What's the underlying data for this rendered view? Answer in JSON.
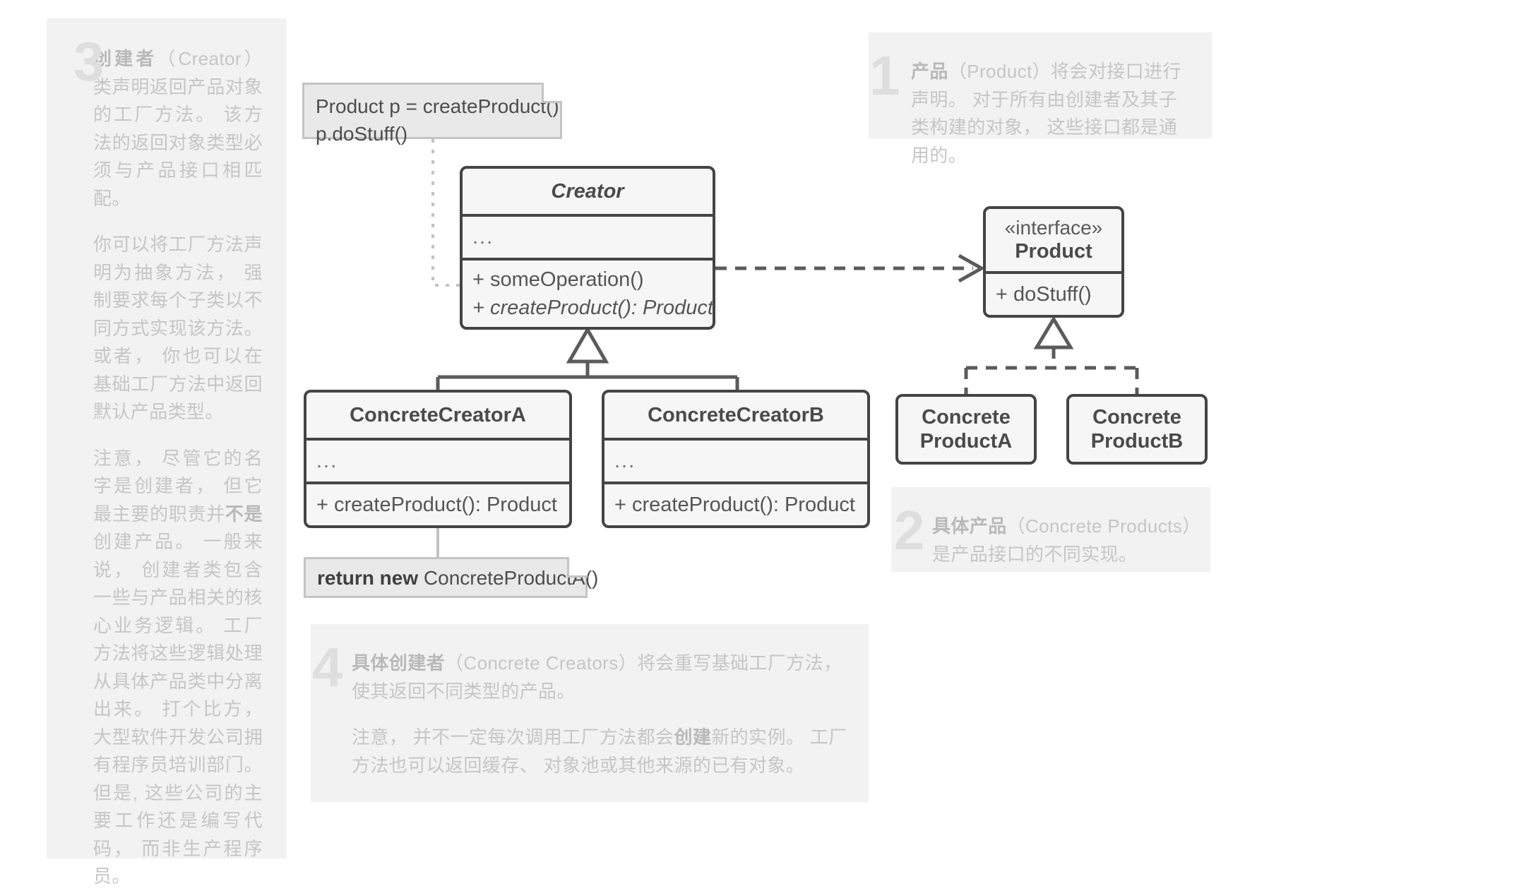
{
  "annotations": [
    {
      "id": "creator",
      "number": "3",
      "paragraphs": [
        {
          "bold": "创建者",
          "rest": "（Creator）类声明返回产品对象的工厂方法。 该方法的返回对象类型必须与产品接口相匹配。"
        },
        {
          "bold": "",
          "rest": "你可以将工厂方法声明为抽象方法， 强制要求每个子类以不同方式实现该方法。 或者， 你也可以在基础工厂方法中返回默认产品类型。"
        },
        {
          "bold": "",
          "rest": "注意， 尽管它的名字是创建者， 但它最主要的职责并",
          "bold2": "不是",
          "rest2": "创建产品。 一般来说， 创建者类包含一些与产品相关的核心业务逻辑。 工厂方法将这些逻辑处理从具体产品类中分离出来。 打个比方， 大型软件开发公司拥有程序员培训部门。 但是, 这些公司的主要工作还是编写代码， 而非生产程序员。"
        }
      ]
    },
    {
      "id": "product",
      "number": "1",
      "paragraphs": [
        {
          "bold": "产品",
          "rest": "（Product）将会对接口进行声明。 对于所有由创建者及其子类构建的对象， 这些接口都是通用的。"
        }
      ]
    },
    {
      "id": "concrete-products",
      "number": "2",
      "paragraphs": [
        {
          "bold": "具体产品",
          "rest": "（Concrete Products）是产品接口的不同实现。"
        }
      ]
    },
    {
      "id": "concrete-creators",
      "number": "4",
      "paragraphs": [
        {
          "bold": "具体创建者",
          "rest": "（Concrete Creators）将会重写基础工厂方法， 使其返回不同类型的产品。"
        },
        {
          "bold": "",
          "rest": "注意， 并不一定每次调用工厂方法都会",
          "bold2": "创建",
          "rest2": "新的实例。 工厂方法也可以返回缓存、 对象池或其他来源的已有对象。"
        }
      ]
    }
  ],
  "classes": {
    "creator": {
      "name": "Creator",
      "attributes": "...",
      "operations": [
        "+ someOperation()",
        "+ createProduct(): Product"
      ]
    },
    "product": {
      "stereotype": "«interface»",
      "name": "Product",
      "operations": [
        "+ doStuff()"
      ]
    },
    "concrete_creator_a": {
      "name": "ConcreteCreatorA",
      "attributes": "...",
      "operations": [
        "+ createProduct(): Product"
      ]
    },
    "concrete_creator_b": {
      "name": "ConcreteCreatorB",
      "attributes": "...",
      "operations": [
        "+ createProduct(): Product"
      ]
    },
    "concrete_product_a": {
      "line1": "Concrete",
      "line2": "ProductA"
    },
    "concrete_product_b": {
      "line1": "Concrete",
      "line2": "ProductB"
    }
  },
  "notes": {
    "top_call": {
      "line1": "Product p = createProduct()",
      "line2": "p.doStuff()"
    },
    "return_new": {
      "bold": "return new",
      "rest": " ConcreteProductA()"
    }
  },
  "colors": {
    "box_border": "#444444",
    "box_fill": "#f6f6f6",
    "note_fill": "#e9e9e9",
    "note_border": "#c4c4c4",
    "annotation_bg": "#f2f2f2",
    "annotation_text": "#c6c6c6",
    "annotation_number": "#dedede",
    "connector": "#5b5b5b",
    "dotted_connector": "#c2c2c2"
  }
}
